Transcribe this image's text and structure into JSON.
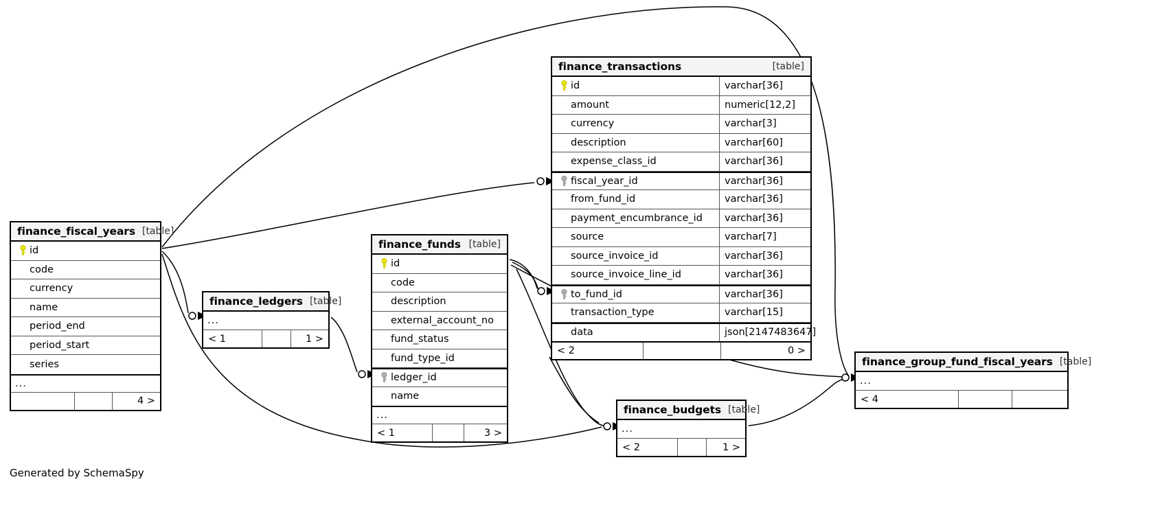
{
  "diagram": {
    "generator_note": "Generated by SchemaSpy",
    "table_tag": "[table]",
    "ellipsis": "...",
    "key_icons": {
      "primary": "pk-key-icon",
      "foreign": "fk-key-icon"
    }
  },
  "tables": {
    "finance_transactions": {
      "name": "finance_transactions",
      "tag": "[table]",
      "columns": [
        {
          "name": "id",
          "type": "varchar[36]",
          "key": "primary"
        },
        {
          "name": "amount",
          "type": "numeric[12,2]",
          "key": "none"
        },
        {
          "name": "currency",
          "type": "varchar[3]",
          "key": "none"
        },
        {
          "name": "description",
          "type": "varchar[60]",
          "key": "none"
        },
        {
          "name": "expense_class_id",
          "type": "varchar[36]",
          "key": "none"
        },
        {
          "name": "fiscal_year_id",
          "type": "varchar[36]",
          "key": "foreign"
        },
        {
          "name": "from_fund_id",
          "type": "varchar[36]",
          "key": "none"
        },
        {
          "name": "payment_encumbrance_id",
          "type": "varchar[36]",
          "key": "none"
        },
        {
          "name": "source",
          "type": "varchar[7]",
          "key": "none"
        },
        {
          "name": "source_invoice_id",
          "type": "varchar[36]",
          "key": "none"
        },
        {
          "name": "source_invoice_line_id",
          "type": "varchar[36]",
          "key": "none"
        },
        {
          "name": "to_fund_id",
          "type": "varchar[36]",
          "key": "foreign"
        },
        {
          "name": "transaction_type",
          "type": "varchar[15]",
          "key": "none"
        },
        {
          "name": "data",
          "type": "json[2147483647]",
          "key": "none"
        }
      ],
      "footer": {
        "left": "< 2",
        "middle": "",
        "right": "0 >"
      }
    },
    "finance_fiscal_years": {
      "name": "finance_fiscal_years",
      "tag": "[table]",
      "columns": [
        {
          "name": "id",
          "type": "",
          "key": "primary"
        },
        {
          "name": "code",
          "type": "",
          "key": "none"
        },
        {
          "name": "currency",
          "type": "",
          "key": "none"
        },
        {
          "name": "name",
          "type": "",
          "key": "none"
        },
        {
          "name": "period_end",
          "type": "",
          "key": "none"
        },
        {
          "name": "period_start",
          "type": "",
          "key": "none"
        },
        {
          "name": "series",
          "type": "",
          "key": "none"
        }
      ],
      "more": "...",
      "footer": {
        "left": "",
        "middle": "",
        "right": "4 >"
      }
    },
    "finance_funds": {
      "name": "finance_funds",
      "tag": "[table]",
      "columns": [
        {
          "name": "id",
          "type": "",
          "key": "primary"
        },
        {
          "name": "code",
          "type": "",
          "key": "none"
        },
        {
          "name": "description",
          "type": "",
          "key": "none"
        },
        {
          "name": "external_account_no",
          "type": "",
          "key": "none"
        },
        {
          "name": "fund_status",
          "type": "",
          "key": "none"
        },
        {
          "name": "fund_type_id",
          "type": "",
          "key": "none"
        },
        {
          "name": "ledger_id",
          "type": "",
          "key": "foreign"
        },
        {
          "name": "name",
          "type": "",
          "key": "none"
        }
      ],
      "more": "...",
      "footer": {
        "left": "< 1",
        "middle": "",
        "right": "3 >"
      }
    },
    "finance_ledgers": {
      "name": "finance_ledgers",
      "tag": "[table]",
      "columns": [],
      "more": "...",
      "footer": {
        "left": "< 1",
        "middle": "",
        "right": "1 >"
      }
    },
    "finance_budgets": {
      "name": "finance_budgets",
      "tag": "[table]",
      "columns": [],
      "more": "...",
      "footer": {
        "left": "< 2",
        "middle": "",
        "right": "1 >"
      }
    },
    "finance_group_fund_fiscal_years": {
      "name": "finance_group_fund_fiscal_years",
      "tag": "[table]",
      "columns": [],
      "more": "...",
      "footer": {
        "left": "< 4",
        "middle": "",
        "right": ""
      }
    }
  },
  "colors": {
    "primary_key": "#e8e800",
    "foreign_key": "#b0b0b0",
    "header_bg": "#f4f4f4",
    "border": "#000000",
    "edge": "#000000"
  }
}
